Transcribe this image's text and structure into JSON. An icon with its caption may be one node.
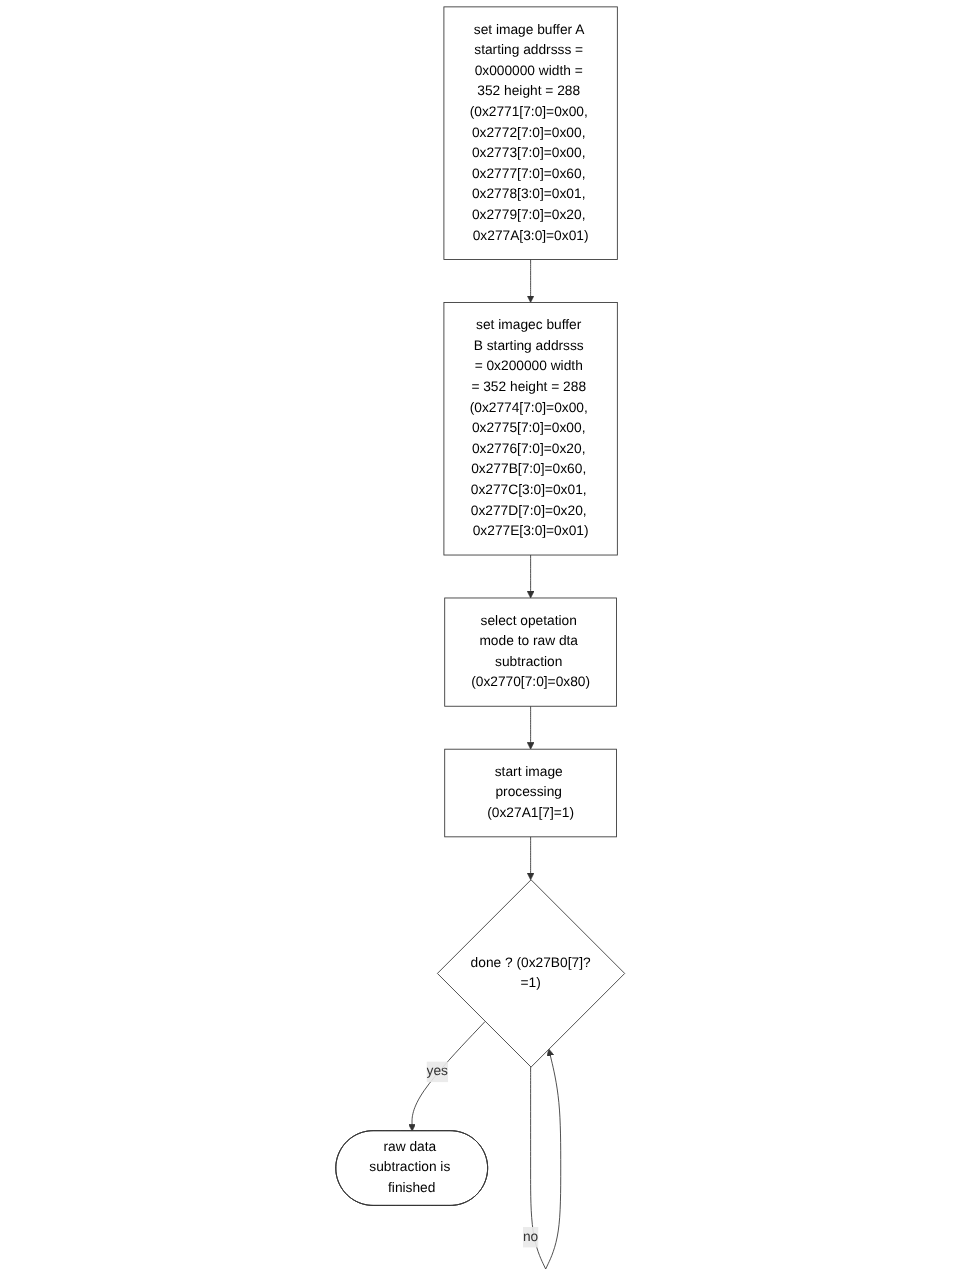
{
  "diagram": {
    "nodes": [
      {
        "text": [
          "set image buffer A starting addrsss = 0x000000 width = 352 height = 288 (0x2771[7:0]=0x00, 0x2772[7:0]=0x00, 0x2773[7:0]=0x00, 0x2777[7:0]=0x60, 0x2778[3:0]=0x01, 0x2779[7:0]=0x20, 0x277A[3:0]=0x01)"
        ]
      },
      {
        "text": [
          "set imagec buffer B starting addrsss = 0x200000 width = 352 height = 288 (0x2774[7:0]=0x00, 0x2775[7:0]=0x00, 0x2776[7:0]=0x20, 0x277B[7:0]=0x60, 0x277C[3:0]=0x01, 0x277D[7:0]=0x20, 0x277E[3:0]=0x01)"
        ]
      },
      {
        "text": [
          "select opetation mode to raw dta subtraction (0x2770[7:0]=0x80)"
        ]
      },
      {
        "text": [
          "start image processing (0x27A1[7]=1)"
        ]
      },
      {
        "text": [
          "done ? (0x27B0[7]?=1)"
        ]
      },
      {
        "text": [
          "raw data subtraction is finished"
        ]
      }
    ],
    "edges": [
      {
        "from": 0,
        "to": 1,
        "arrow": "to"
      },
      {
        "from": 1,
        "to": 2,
        "arrow": "to"
      },
      {
        "from": 2,
        "to": 3,
        "arrow": "to"
      },
      {
        "from": 3,
        "to": 4,
        "arrow": "to"
      },
      {
        "from": 4,
        "to": 4,
        "arrow": "to",
        "label": "no"
      },
      {
        "from": 4,
        "to": 5,
        "arrow": "to",
        "label": "yes"
      }
    ]
  }
}
